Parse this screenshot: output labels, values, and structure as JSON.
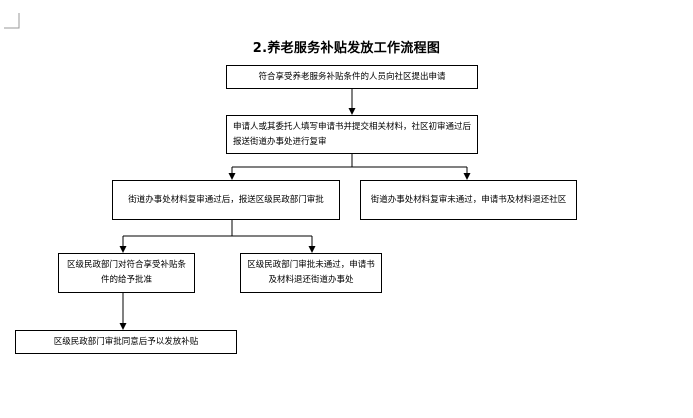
{
  "title": "2.养老服务补贴发放工作流程图",
  "nodes": {
    "n1": "符合享受养老服务补贴条件的人员向社区提出申请",
    "n2": "申请人或其委托人填写申请书并提交相关材料，社区初审通过后报送街道办事处进行复审",
    "n3": "街道办事处材料复审通过后，报送区级民政部门审批",
    "n4": "街道办事处材料复审未通过，申请书及材料退还社区",
    "n5": "区级民政部门对符合享受补贴条件的给予批准",
    "n6": "区级民政部门审批未通过，申请书及材料退还街道办事处",
    "n7": "区级民政部门审批同意后予以发放补贴"
  }
}
